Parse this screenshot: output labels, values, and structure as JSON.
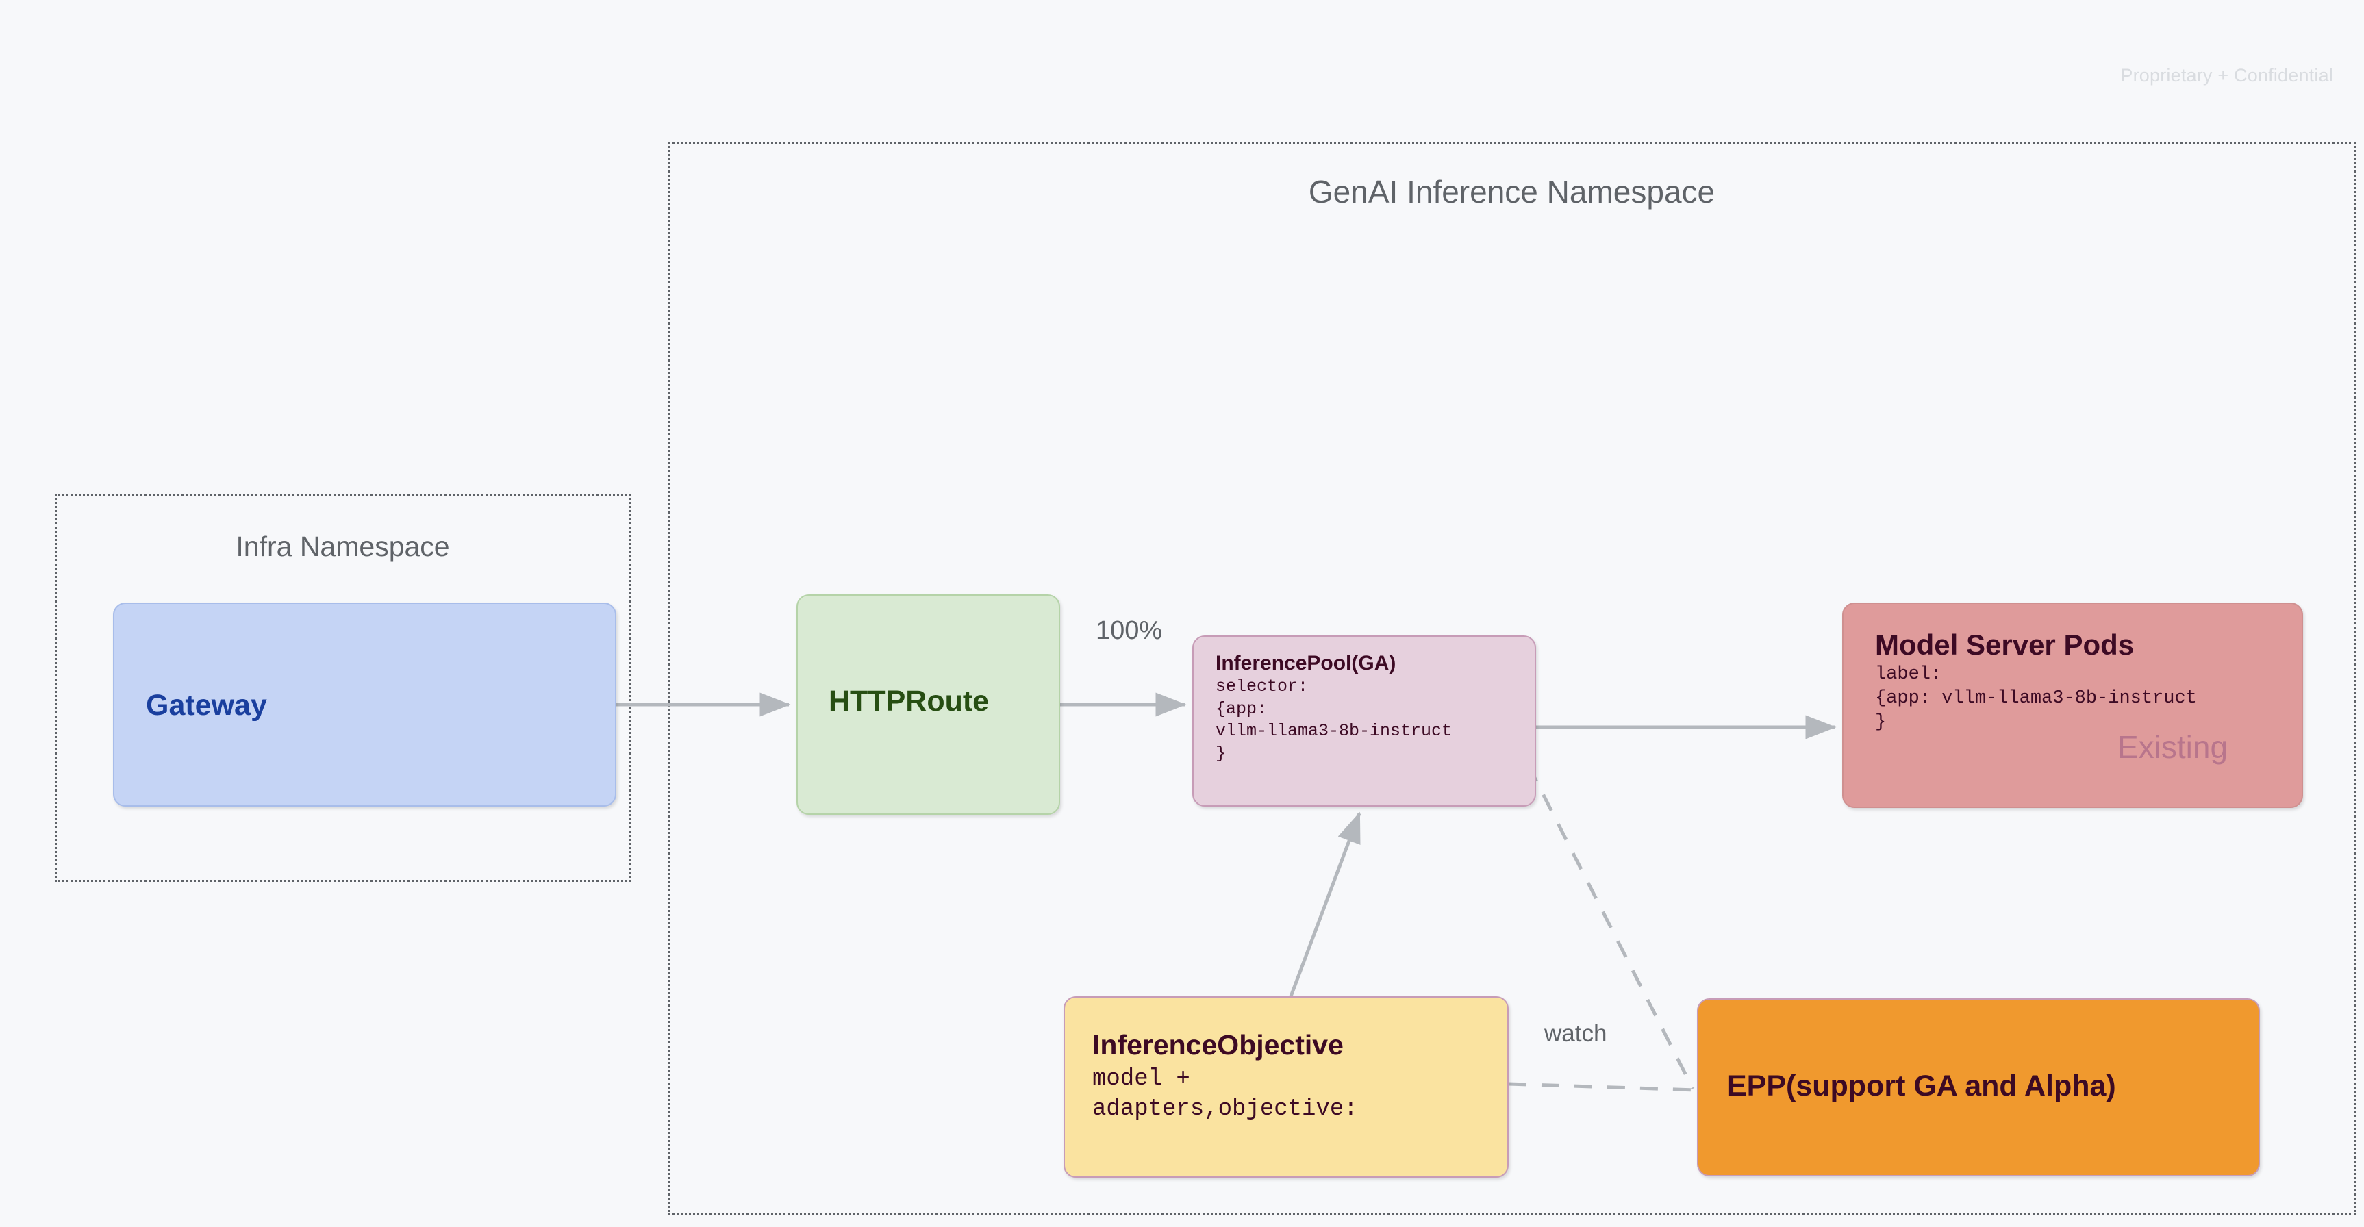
{
  "page": {
    "watermark": "Proprietary + Confidential",
    "background_color": "#f7f8fa"
  },
  "namespaces": [
    {
      "id": "infra",
      "title": "Infra Namespace",
      "border_style": "dotted",
      "border_color": "#5f6368"
    },
    {
      "id": "genai",
      "title": "GenAI Inference Namespace",
      "border_style": "dotted",
      "border_color": "#5f6368"
    }
  ],
  "nodes": {
    "gateway": {
      "title": "Gateway",
      "fill": "#c5d4f5",
      "text_color": "#1a3f9e"
    },
    "httproute": {
      "title": "HTTPRoute",
      "fill": "#d9ead3",
      "text_color": "#274e13"
    },
    "inferencepool": {
      "title": "InferencePool(GA)",
      "subtitle": "selector:\n{app:\nvllm-llama3-8b-instruct\n}",
      "fill": "#e6d0dd",
      "text_color": "#3d0a24"
    },
    "modelserverpods": {
      "title": "Model Server Pods",
      "subtitle": "label:\n{app: vllm-llama3-8b-instruct\n}",
      "stamp": "Existing",
      "fill": "#df9b9b",
      "text_color": "#3d0a24"
    },
    "inferenceobjective": {
      "title": "InferenceObjective",
      "subtitle": "model +\nadapters,objective:",
      "fill": "#fae3a0",
      "text_color": "#3d0a24"
    },
    "epp": {
      "title": "EPP(support GA and Alpha)",
      "fill": "#f0992e",
      "text_color": "#3d0a24"
    }
  },
  "edges": {
    "gateway_to_httproute": {
      "label": "",
      "style": "solid",
      "arrow": true
    },
    "httproute_to_inferencepool": {
      "label": "100%",
      "style": "solid",
      "arrow": true
    },
    "inferencepool_to_modelserverpods": {
      "label": "",
      "style": "solid",
      "arrow": true
    },
    "inferenceobjective_to_inferencepool": {
      "label": "",
      "style": "solid",
      "arrow": true
    },
    "inferencepool_to_epp": {
      "label": "",
      "style": "dashed",
      "arrow": false
    },
    "inferenceobjective_to_epp": {
      "label": "watch",
      "style": "dashed",
      "arrow": false
    }
  },
  "colors": {
    "edge_stroke": "#b4b8bd",
    "namespace_border": "#5f6368",
    "watermark": "#d9dce0"
  }
}
